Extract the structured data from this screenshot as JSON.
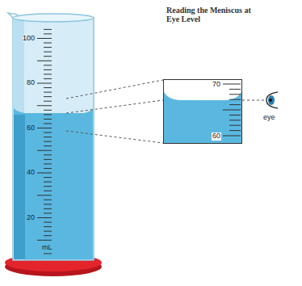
{
  "diagram": {
    "title": "Reading the Meniscus at Eye Level",
    "nodes": [
      {
        "text": [
          "70",
          "60"
        ]
      }
    ],
    "labels": [
      "100",
      "80",
      "60",
      "40",
      "20",
      "mL",
      "eye"
    ]
  }
}
